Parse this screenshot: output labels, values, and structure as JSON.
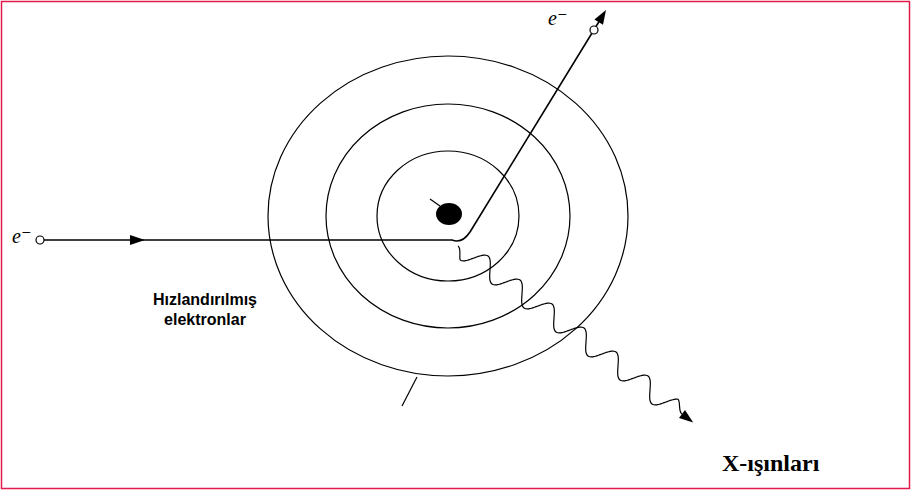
{
  "diagram": {
    "labels": [
      "e⁻",
      "e⁻",
      "Hızlandırılmış elektronlar",
      "X-ışınları"
    ]
  }
}
